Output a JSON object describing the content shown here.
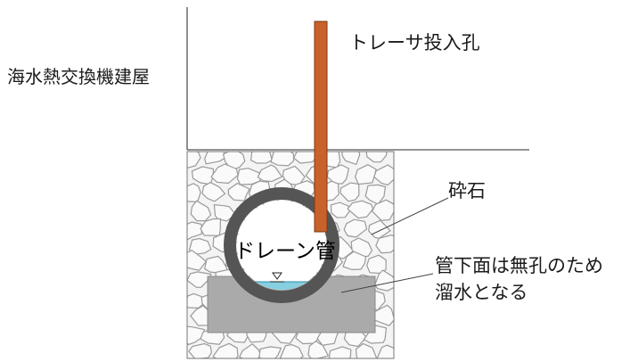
{
  "labels": {
    "building": "海水熱交換機建屋",
    "tracer_hole": "トレーサ投入孔",
    "gravel": "砕石",
    "drain_pipe": "ドレーン管",
    "note_line1": "管下面は無孔のため",
    "note_line2": "溜水となる"
  },
  "colors": {
    "tracer_pipe": "#c8622a",
    "water": "#86cfe0",
    "pipe_ring": "#555555",
    "concrete": "#aaaaaa",
    "gravel_stroke": "#9a9a9a"
  }
}
